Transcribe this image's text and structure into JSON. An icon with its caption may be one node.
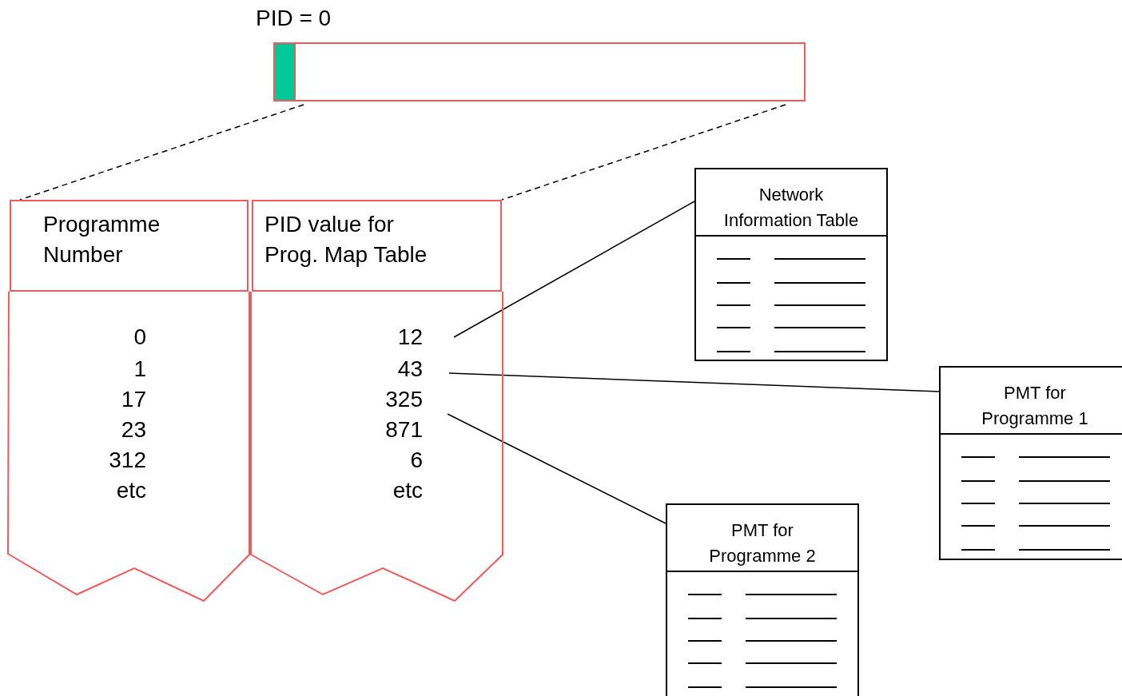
{
  "diagram": {
    "nodes": [
      {
        "text": [
          "PID = 0"
        ]
      },
      {
        "text": [],
        "shape": "box",
        "in": 0
      },
      {
        "text": [
          "Programme Number"
        ]
      },
      {
        "text": [
          "PID value for Prog. Map Table"
        ]
      },
      {
        "text": [
          "0",
          "1",
          "17",
          "23",
          "312",
          "etc"
        ]
      },
      {
        "text": [],
        "shape": "box"
      },
      {
        "text": [
          "12"
        ],
        "in": 5
      },
      {
        "text": [
          "43"
        ],
        "in": 5
      },
      {
        "text": [
          "325"
        ],
        "in": 5
      },
      {
        "text": [
          "871"
        ],
        "in": 5
      },
      {
        "text": [
          "6"
        ],
        "in": 5
      },
      {
        "text": [
          "etc"
        ],
        "in": 5
      },
      {
        "text": [
          "Network Information Table"
        ]
      },
      {
        "text": [
          "PMT for Programme 1"
        ]
      },
      {
        "text": [
          "PMT for Programme 2"
        ]
      }
    ],
    "edges": [
      {
        "from": 0,
        "to": 2,
        "arrow": "none",
        "style": "dashed"
      },
      {
        "from": 0,
        "to": 3,
        "arrow": "none",
        "style": "dashed"
      },
      {
        "from": 6,
        "to": 12,
        "arrow": "none"
      },
      {
        "from": 7,
        "to": 13,
        "arrow": "none"
      },
      {
        "from": 9,
        "to": 14,
        "arrow": "none"
      }
    ]
  }
}
